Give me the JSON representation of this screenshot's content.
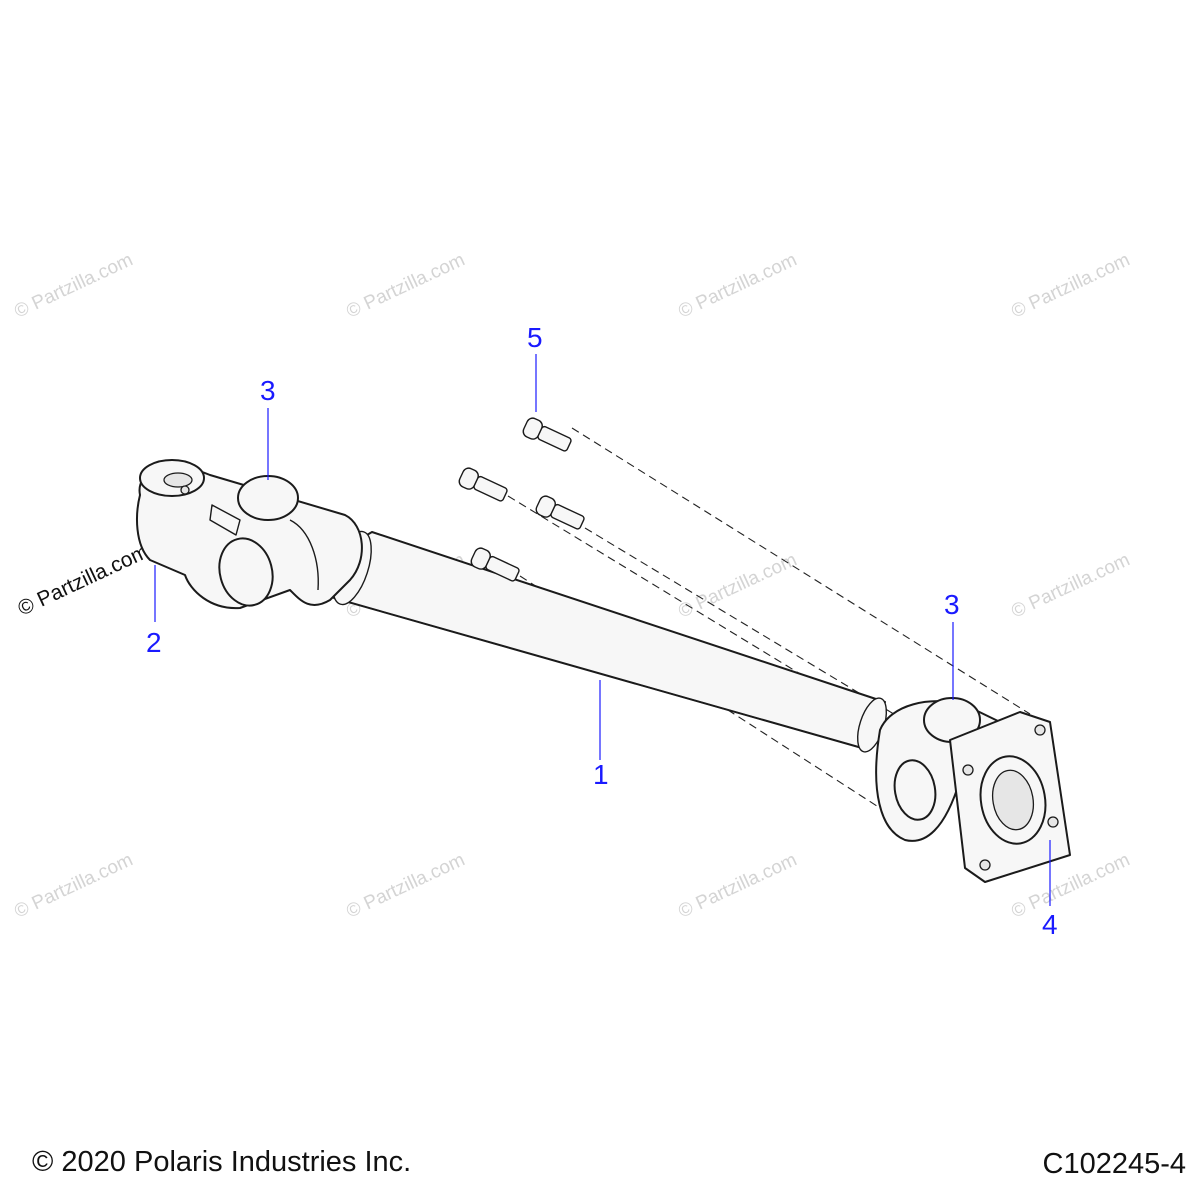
{
  "diagram": {
    "callouts": [
      "1",
      "2",
      "3",
      "3",
      "4",
      "5"
    ],
    "watermark_text": "© Partzilla.com"
  },
  "footer": {
    "copyright": "© 2020 Polaris Industries Inc.",
    "drawing_code": "C102245-4"
  }
}
